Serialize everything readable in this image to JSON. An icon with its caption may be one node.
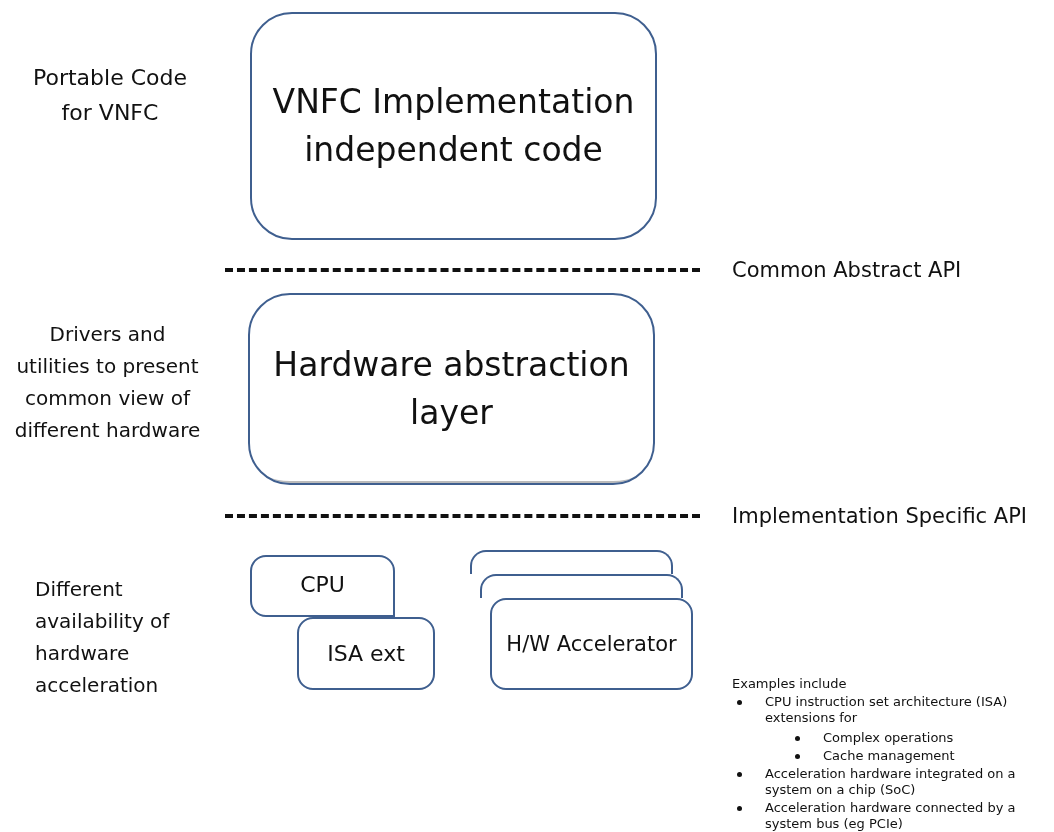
{
  "diagram": {
    "nodes": [
      {
        "text": [
          "VNFC Implementation independent code"
        ]
      },
      {
        "text": [
          "Hardware abstraction layer"
        ]
      },
      {
        "text": [
          "CPU"
        ]
      },
      {
        "text": [
          "ISA ext"
        ]
      },
      {
        "text": [],
        "shape": "box"
      },
      {
        "text": [],
        "shape": "box"
      },
      {
        "text": [
          "H/W Accelerator"
        ]
      }
    ],
    "labels": [
      "Portable Code for VNFC",
      "Common Abstract API",
      "Drivers and utilities to present common view of different hardware",
      "Implementation Specific API",
      "Different availability of hardware acceleration",
      "Examples include",
      "CPU instruction set architecture (ISA) extensions for",
      "Complex operations",
      "Cache management",
      "Acceleration hardware integrated on a system on a chip (SoC)",
      "Acceleration hardware connected by a system bus (eg PCIe)"
    ]
  }
}
